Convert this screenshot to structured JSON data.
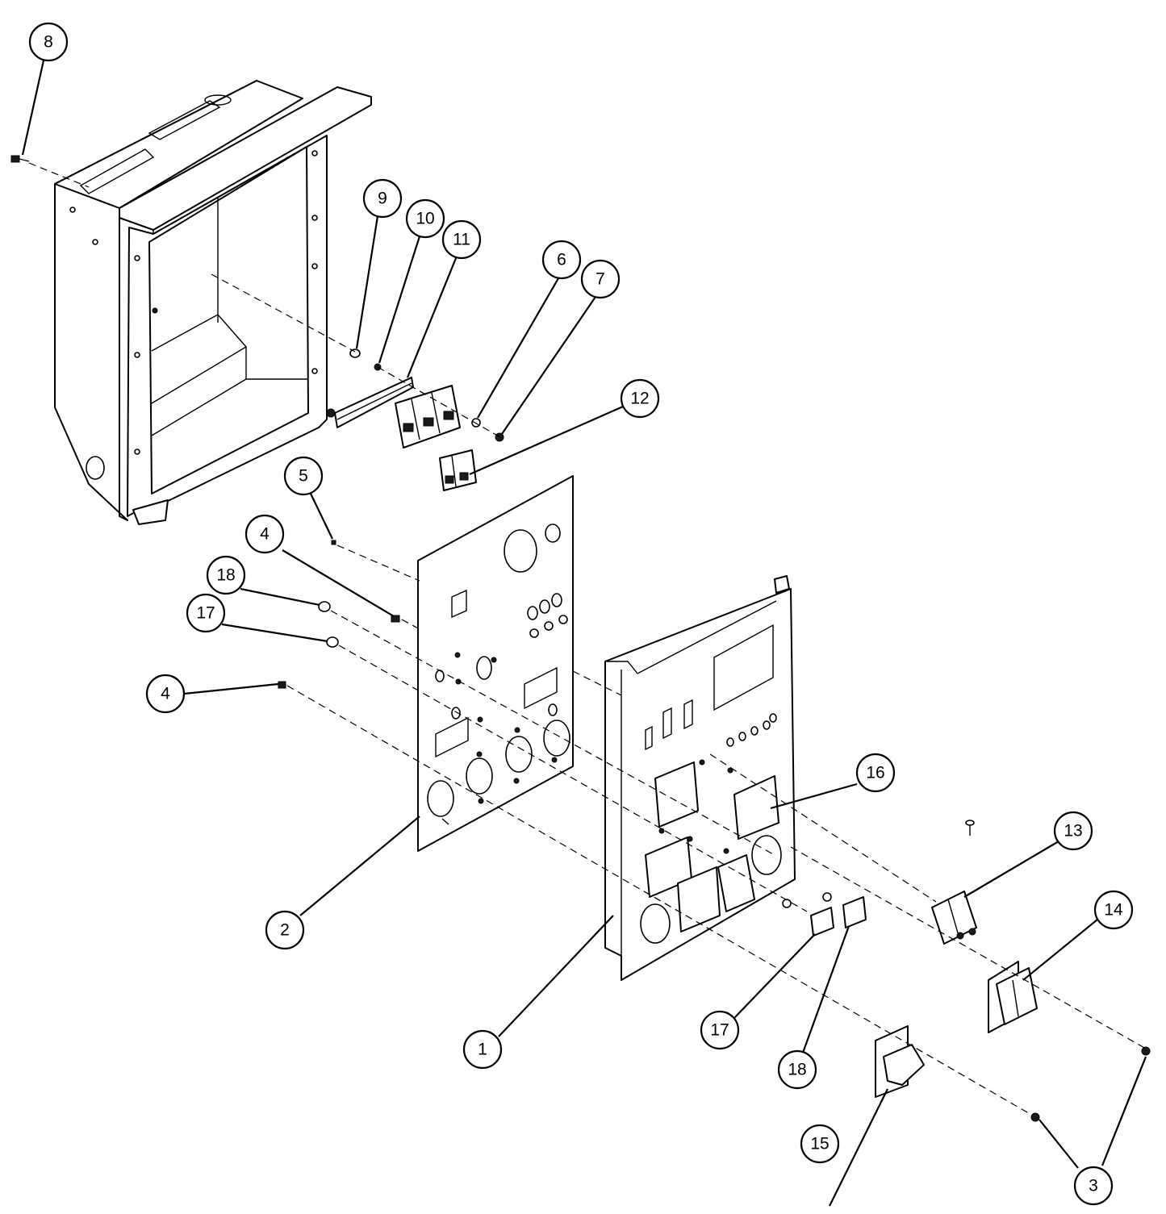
{
  "callouts": [
    {
      "id": "c8a",
      "label": "8"
    },
    {
      "id": "c9",
      "label": "9"
    },
    {
      "id": "c10",
      "label": "10"
    },
    {
      "id": "c11",
      "label": "11"
    },
    {
      "id": "c6",
      "label": "6"
    },
    {
      "id": "c7",
      "label": "7"
    },
    {
      "id": "c12",
      "label": "12"
    },
    {
      "id": "c5",
      "label": "5"
    },
    {
      "id": "c4a",
      "label": "4"
    },
    {
      "id": "c18a",
      "label": "18"
    },
    {
      "id": "c17a",
      "label": "17"
    },
    {
      "id": "c4b",
      "label": "4"
    },
    {
      "id": "c16",
      "label": "16"
    },
    {
      "id": "c13",
      "label": "13"
    },
    {
      "id": "c14",
      "label": "14"
    },
    {
      "id": "c2",
      "label": "2"
    },
    {
      "id": "c1",
      "label": "1"
    },
    {
      "id": "c17b",
      "label": "17"
    },
    {
      "id": "c18b",
      "label": "18"
    },
    {
      "id": "c15",
      "label": "15"
    },
    {
      "id": "c3",
      "label": "3"
    }
  ]
}
